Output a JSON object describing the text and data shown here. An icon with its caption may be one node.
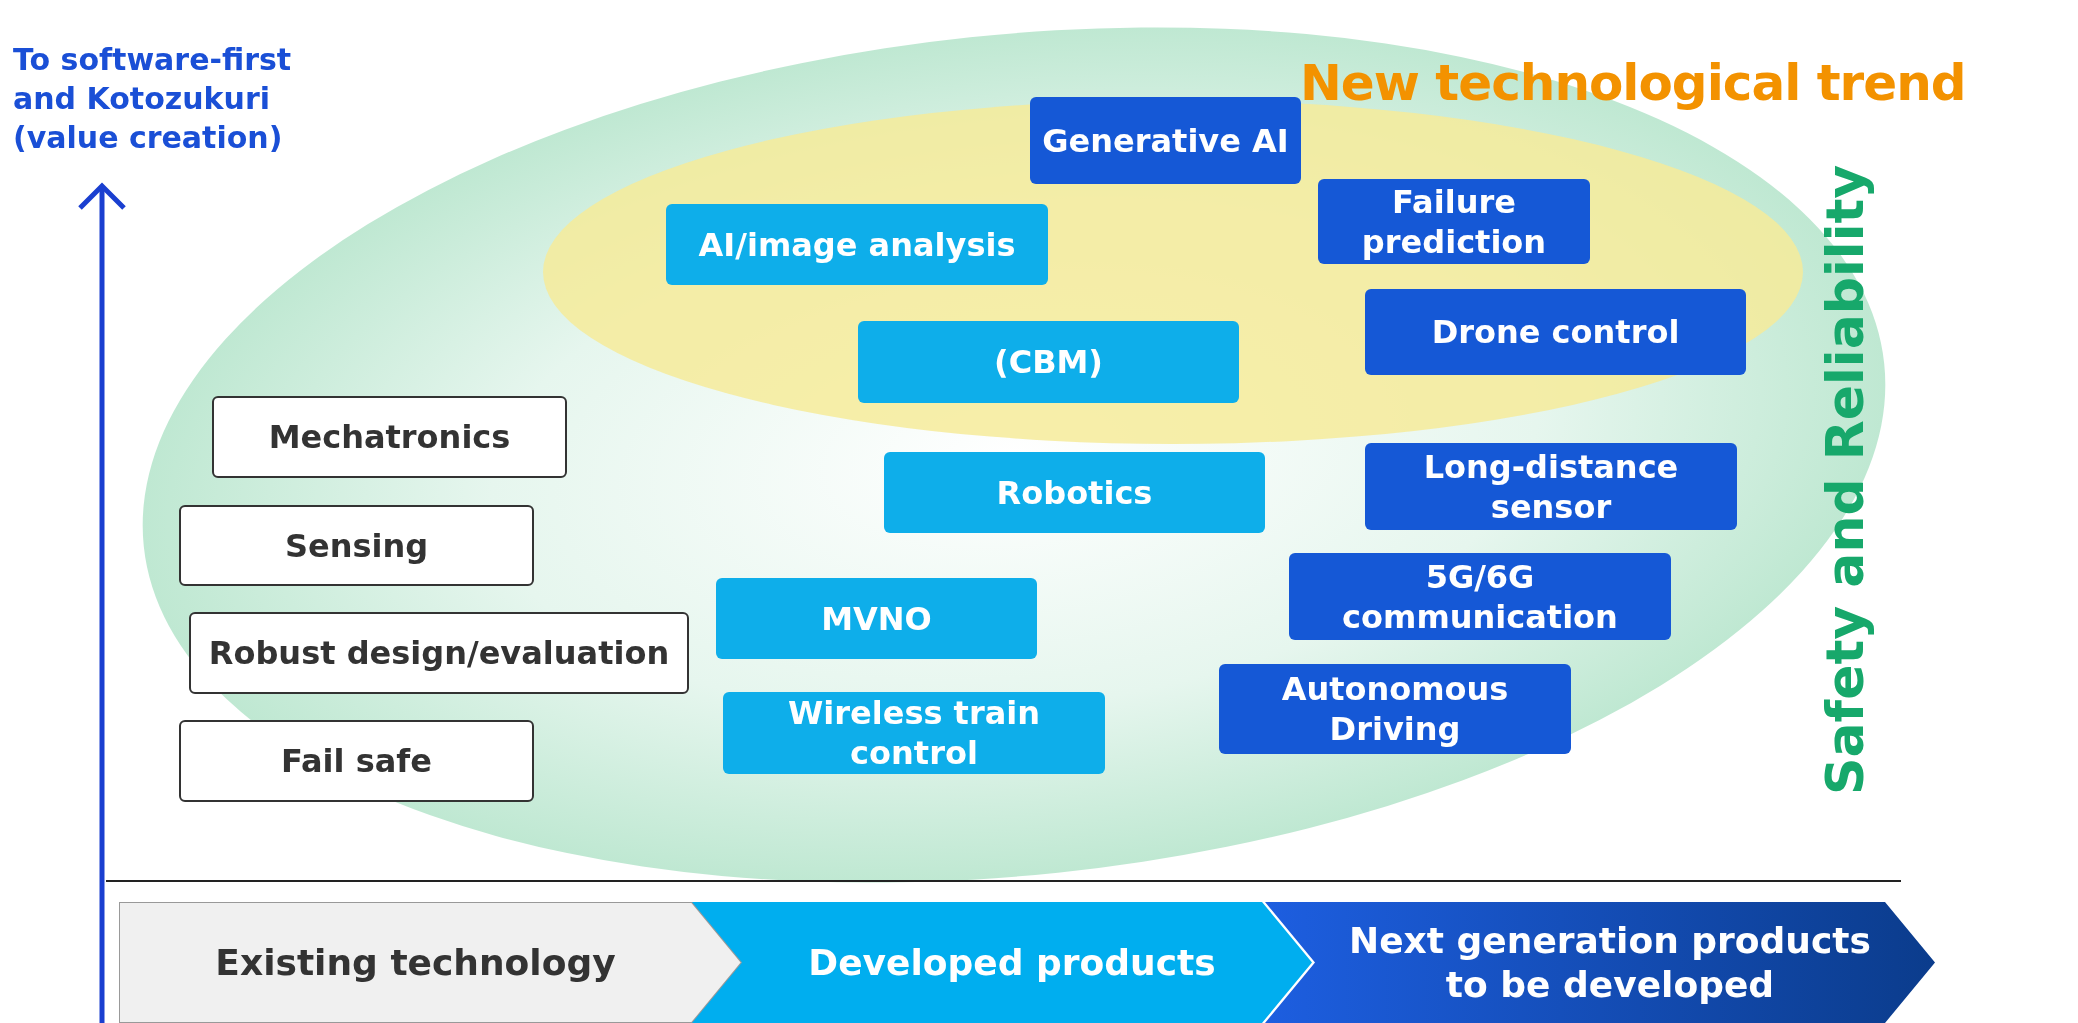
{
  "diagram": {
    "nodes": [
      {
        "text": [
          "Generative AI"
        ]
      },
      {
        "text": [
          "AI/image analysis"
        ]
      },
      {
        "text": [
          "Failure prediction"
        ]
      },
      {
        "text": [
          "Drone control"
        ]
      },
      {
        "text": [
          "(CBM)"
        ]
      },
      {
        "text": [
          "Mechatronics"
        ]
      },
      {
        "text": [
          "Robotics"
        ]
      },
      {
        "text": [
          "Long-distance sensor"
        ]
      },
      {
        "text": [
          "Sensing"
        ]
      },
      {
        "text": [
          "5G/6G communication"
        ]
      },
      {
        "text": [
          "MVNO"
        ]
      },
      {
        "text": [
          "Robust design/evaluation"
        ]
      },
      {
        "text": [
          "Wireless train control"
        ]
      },
      {
        "text": [
          "Autonomous Driving"
        ]
      },
      {
        "text": [
          "Fail safe"
        ]
      },
      {
        "text": [
          "Existing technology"
        ]
      },
      {
        "text": [
          "Developed products"
        ]
      },
      {
        "text": [
          "Next generation products to be developed"
        ]
      }
    ],
    "labels": [
      "To software-first and Kotozukuri (value creation)",
      "New technological trend",
      "Safety and Reliability"
    ]
  }
}
